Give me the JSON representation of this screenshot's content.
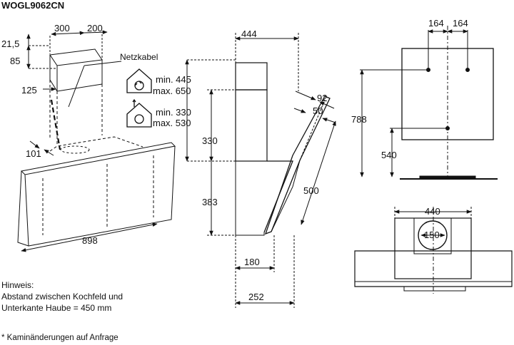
{
  "title": "WOGL9062CN",
  "note": {
    "line1": "Hinweis:",
    "line2": "Abstand zwischen Kochfeld und",
    "line3": "Unterkante Haube = 450 mm"
  },
  "footnote": "* Kaminänderungen auf Anfrage",
  "iso_view": {
    "dim_top_left": "300",
    "dim_top_right": "200",
    "dim_21_5": "21,5",
    "dim_85": "85",
    "dim_125": "125",
    "dim_101": "101",
    "dim_width": "898",
    "cable_label": "Netzkabel",
    "house_icon_1": {
      "min": "min. 445",
      "max": "max. 650"
    },
    "house_icon_2": {
      "min": "min. 330",
      "max": "max. 530"
    }
  },
  "side_view": {
    "dim_depth_top": "444",
    "dim_upper": "330",
    "dim_lower": "383",
    "dim_92": "92",
    "dim_50": "50",
    "dim_500": "500",
    "dim_180": "180",
    "dim_252": "252"
  },
  "rear_view": {
    "dim_164_left": "164",
    "dim_164_right": "164",
    "dim_788": "788",
    "dim_540": "540"
  },
  "top_view": {
    "dim_440": "440",
    "dim_150": "150"
  }
}
